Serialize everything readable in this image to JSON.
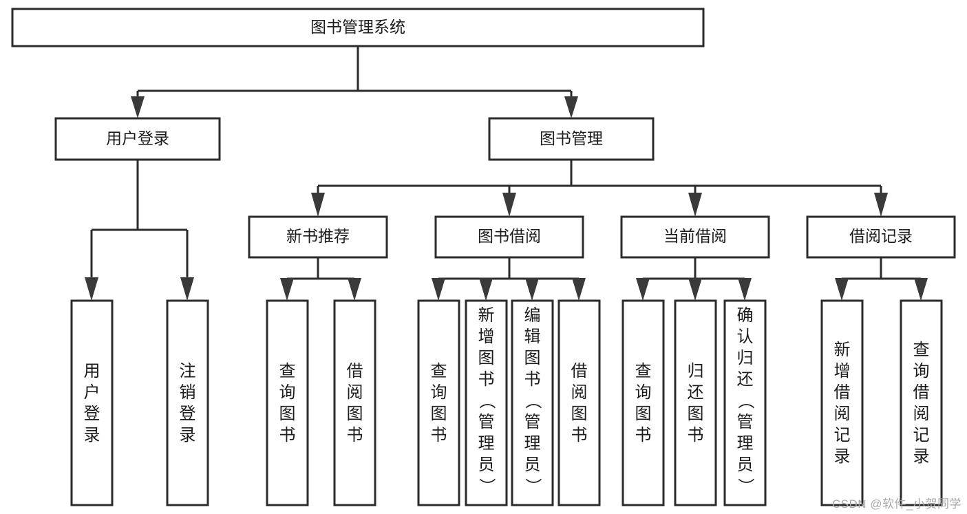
{
  "diagram": {
    "title": "图书管理系统",
    "type": "tree-hierarchy",
    "watermark": "CSDN @软件_小贺同学",
    "colors": {
      "background": "#ffffff",
      "box_stroke": "#2b2b2b",
      "box_fill": "#ffffff",
      "text": "#1c1c1c",
      "connector": "#2b2b2b",
      "watermark": "#a8a8a8"
    },
    "levels": [
      {
        "level": 1,
        "nodes": [
          {
            "id": "root",
            "label": "图书管理系统",
            "orientation": "horizontal"
          }
        ]
      },
      {
        "level": 2,
        "nodes": [
          {
            "id": "login",
            "label": "用户登录",
            "orientation": "horizontal",
            "parent": "root"
          },
          {
            "id": "bookmgmt",
            "label": "图书管理",
            "orientation": "horizontal",
            "parent": "root"
          }
        ]
      },
      {
        "level": 3,
        "nodes": [
          {
            "id": "newbook",
            "label": "新书推荐",
            "orientation": "horizontal",
            "parent": "bookmgmt"
          },
          {
            "id": "borrow",
            "label": "图书借阅",
            "orientation": "horizontal",
            "parent": "bookmgmt"
          },
          {
            "id": "current",
            "label": "当前借阅",
            "orientation": "horizontal",
            "parent": "bookmgmt"
          },
          {
            "id": "records",
            "label": "借阅记录",
            "orientation": "horizontal",
            "parent": "bookmgmt"
          }
        ]
      },
      {
        "level": 4,
        "nodes": [
          {
            "id": "leaf-1",
            "label": "用户登录",
            "orientation": "vertical",
            "parent": "login"
          },
          {
            "id": "leaf-2",
            "label": "注销登录",
            "orientation": "vertical",
            "parent": "login"
          },
          {
            "id": "leaf-3",
            "label": "查询图书",
            "orientation": "vertical",
            "parent": "newbook"
          },
          {
            "id": "leaf-4",
            "label": "借阅图书",
            "orientation": "vertical",
            "parent": "newbook"
          },
          {
            "id": "leaf-5",
            "label": "查询图书",
            "orientation": "vertical",
            "parent": "borrow"
          },
          {
            "id": "leaf-6",
            "label": "新增图书（管理员）",
            "orientation": "vertical",
            "parent": "borrow"
          },
          {
            "id": "leaf-7",
            "label": "编辑图书（管理员）",
            "orientation": "vertical",
            "parent": "borrow"
          },
          {
            "id": "leaf-8",
            "label": "借阅图书",
            "orientation": "vertical",
            "parent": "borrow"
          },
          {
            "id": "leaf-9",
            "label": "查询图书",
            "orientation": "vertical",
            "parent": "current"
          },
          {
            "id": "leaf-10",
            "label": "归还图书",
            "orientation": "vertical",
            "parent": "current"
          },
          {
            "id": "leaf-11",
            "label": "确认归还（管理员）",
            "orientation": "vertical",
            "parent": "current"
          },
          {
            "id": "leaf-12",
            "label": "新增借阅记录",
            "orientation": "vertical",
            "parent": "records"
          },
          {
            "id": "leaf-13",
            "label": "查询借阅记录",
            "orientation": "vertical",
            "parent": "records"
          }
        ]
      }
    ]
  }
}
